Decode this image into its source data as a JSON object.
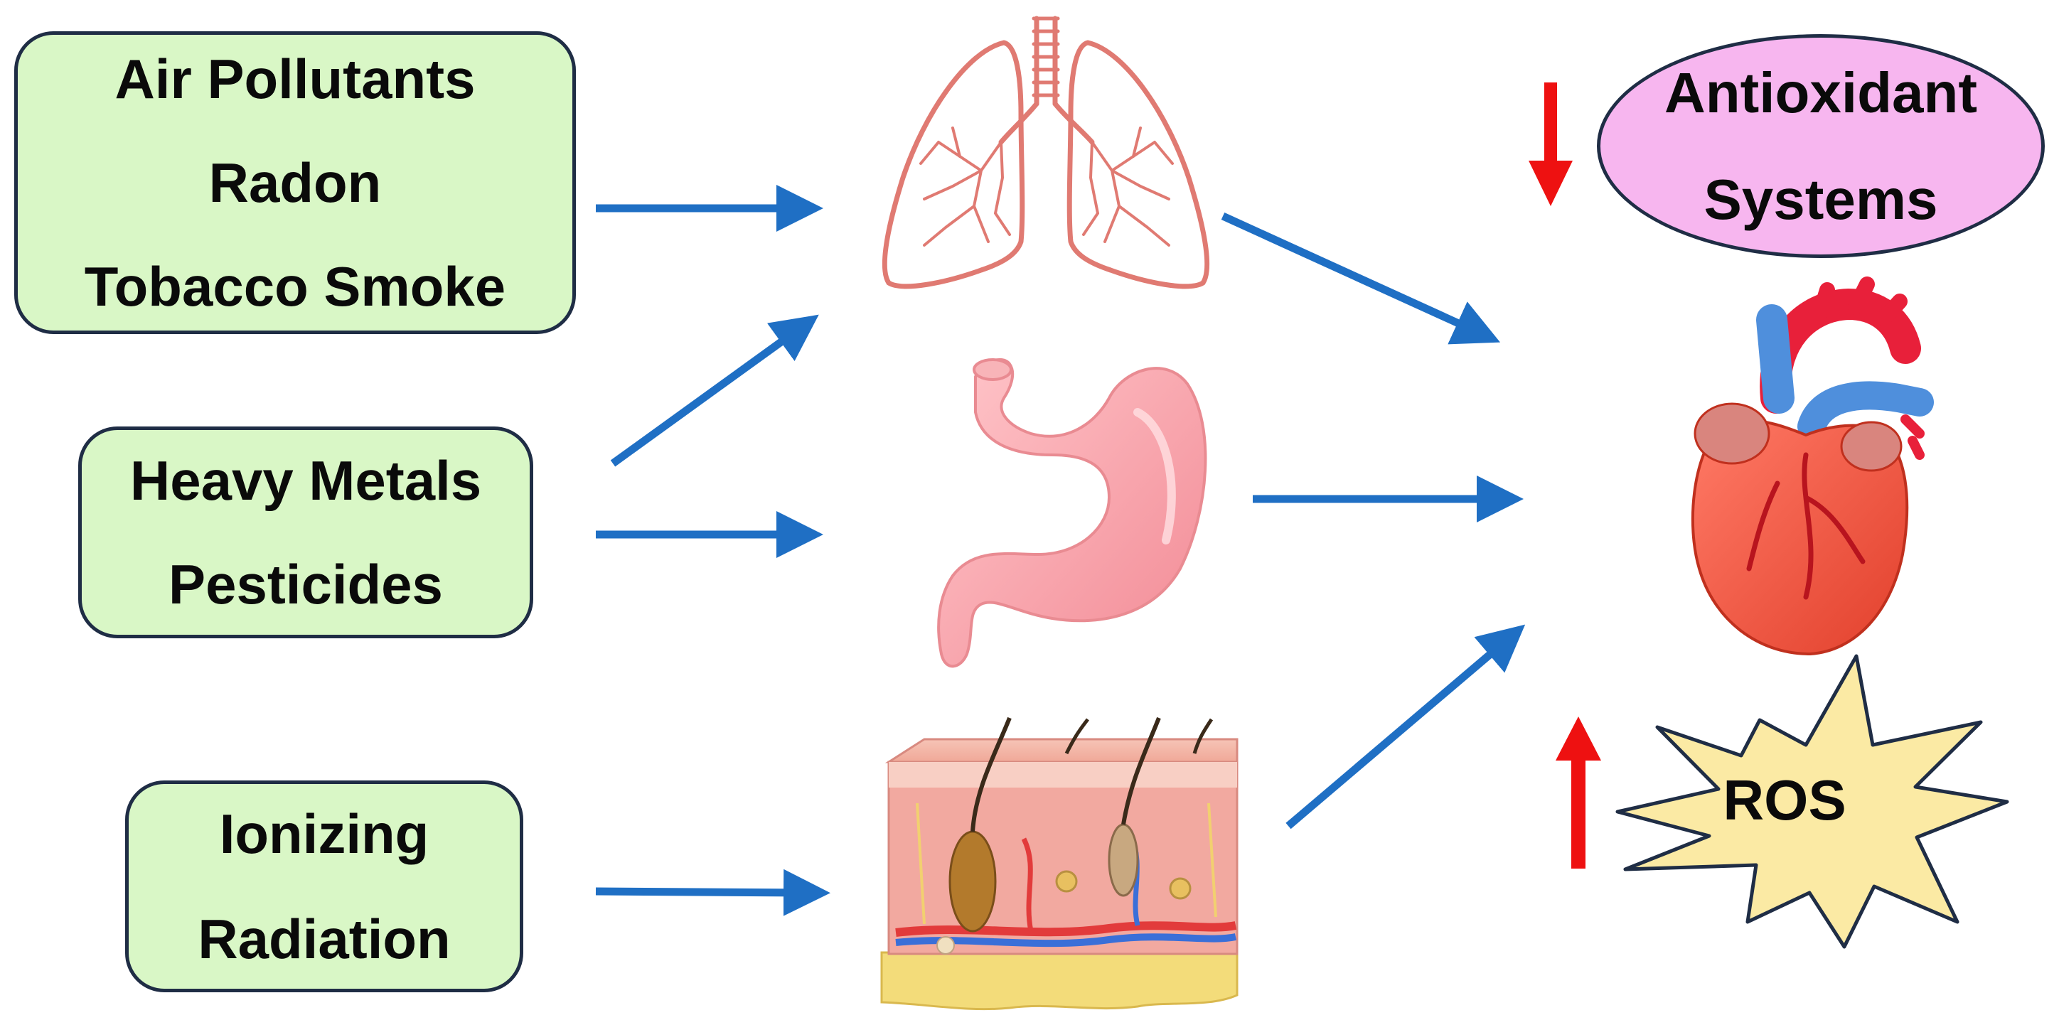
{
  "sources": {
    "group1": [
      "Air Pollutants",
      "Radon",
      "Tobacco Smoke"
    ],
    "group2": [
      "Heavy Metals",
      "Pesticides"
    ],
    "group3": [
      "Ionizing",
      "Radiation"
    ]
  },
  "organs": {
    "lungs": "lungs-icon",
    "stomach": "stomach-icon",
    "skin": "skin-section-icon",
    "heart": "heart-icon"
  },
  "effects": {
    "antioxidant": [
      "Antioxidant",
      "Systems"
    ],
    "antioxidant_trend": "down",
    "ros": "ROS",
    "ros_trend": "up"
  },
  "colors": {
    "source_box_fill": "#d9f7c6",
    "antioxidant_fill": "#f7b6ef",
    "ros_fill": "#fbeaa4",
    "flow_arrow": "#1f6fc4",
    "trend_arrow": "#ee1111",
    "outline": "#1f2d45"
  }
}
